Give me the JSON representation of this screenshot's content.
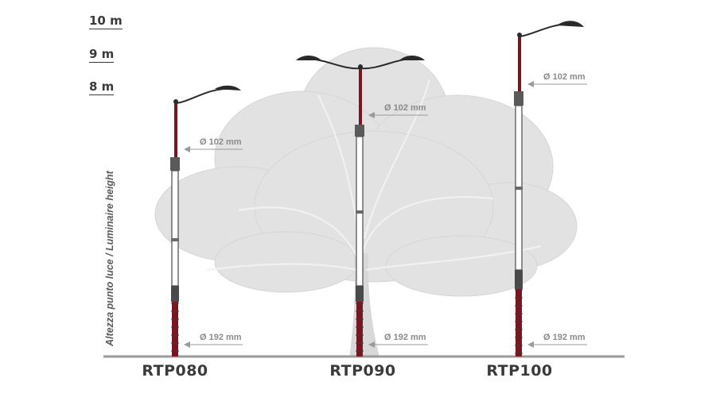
{
  "height_marks": [
    "10 m",
    "9 m",
    "8 m"
  ],
  "axis_label": "Altezza punto luce / Luminaire height",
  "poles": [
    {
      "model": "RTP080",
      "top_diameter": "Ø 102 mm",
      "base_diameter": "Ø 192 mm"
    },
    {
      "model": "RTP090",
      "top_diameter": "Ø 102 mm",
      "base_diameter": "Ø 192 mm"
    },
    {
      "model": "RTP100",
      "top_diameter": "Ø 102 mm",
      "base_diameter": "Ø 192 mm"
    }
  ],
  "colors": {
    "pole_red": "#7a1420",
    "pole_dark": "#4a4a4a",
    "tree_grey": "#dcdcdc",
    "text": "#3a3a3a",
    "dim_text": "#8a8a8a"
  }
}
